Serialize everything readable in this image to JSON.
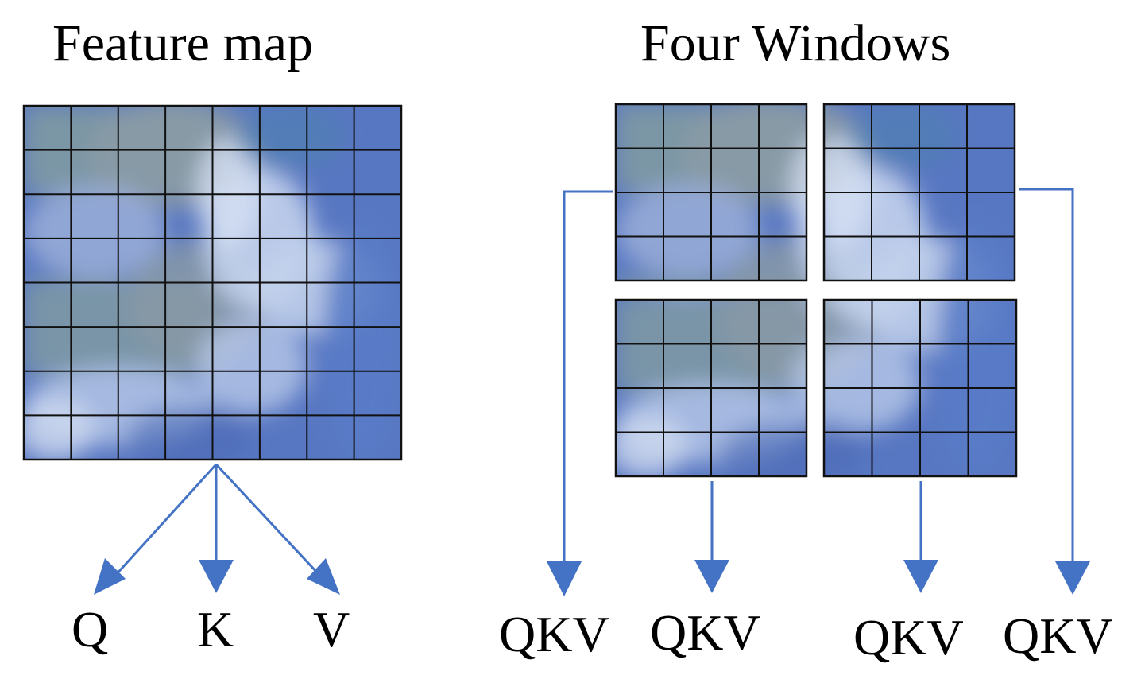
{
  "titles": {
    "feature_map": "Feature map",
    "windows": "Four Windows"
  },
  "labels": {
    "q": "Q",
    "k": "K",
    "v": "V",
    "qkv": "QKV"
  },
  "grid": {
    "feature_map_cells": 8,
    "window_cells": 4
  },
  "colors": {
    "arrow": "#4472c4",
    "grid_line": "#111111",
    "sky_blue": "#5877c2",
    "cloud_white": "#c3d2ec",
    "haze_gray": "#8a9aa6",
    "green_gray": "#7f9aa2"
  }
}
